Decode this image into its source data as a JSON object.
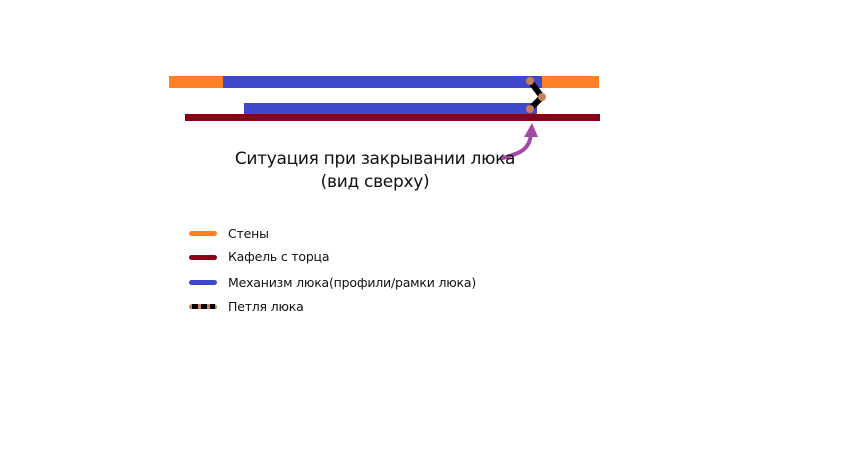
{
  "diagram": {
    "caption_line1": "Ситуация при закрывании люка",
    "caption_line2": "(вид сверху)",
    "colors": {
      "wall": "#FF7F27",
      "tile": "#880015",
      "mechanism": "#3F48CC",
      "hinge_joint": "#C8805A",
      "hinge_link": "#000000",
      "arrow": "#A349A4"
    }
  },
  "legend": {
    "items": [
      {
        "key": "wall",
        "label": "Стены",
        "color": "#FF7F27"
      },
      {
        "key": "tile",
        "label": "Кафель с торца",
        "color": "#880015"
      },
      {
        "key": "mechanism",
        "label": "Механизм люка(профили/рамки люка)",
        "color": "#3F48CC"
      },
      {
        "key": "hinge",
        "label": "Петля люка",
        "color": "#C8805A"
      }
    ]
  }
}
